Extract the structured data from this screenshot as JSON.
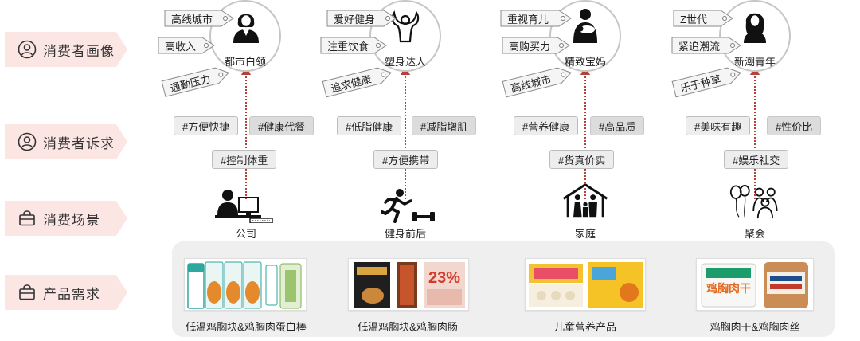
{
  "categories": [
    {
      "label": "消费者画像",
      "icon": "person-circle-icon"
    },
    {
      "label": "消费者诉求",
      "icon": "person-circle-icon"
    },
    {
      "label": "消费场景",
      "icon": "bag-icon"
    },
    {
      "label": "产品需求",
      "icon": "bag-icon"
    }
  ],
  "columns": [
    {
      "persona": "都市白领",
      "persona_icon": "businesswoman-icon",
      "traits": [
        "高线城市",
        "高收入",
        "通勤压力"
      ],
      "demands": [
        "#方便快捷",
        "#健康代餐",
        "#控制体重"
      ],
      "scene": "公司",
      "scene_icon": "office-worker-icon",
      "product": "低温鸡胸块&鸡胸肉蛋白棒"
    },
    {
      "persona": "塑身达人",
      "persona_icon": "muscle-man-icon",
      "traits": [
        "爱好健身",
        "注重饮食",
        "追求健康"
      ],
      "demands": [
        "#低脂健康",
        "#减脂增肌",
        "#方便携带"
      ],
      "scene": "健身前后",
      "scene_icon": "runner-dumbbell-icon",
      "product": "低温鸡胸块&鸡胸肉肠"
    },
    {
      "persona": "精致宝妈",
      "persona_icon": "mother-baby-icon",
      "traits": [
        "重视育儿",
        "高购买力",
        "高线城市"
      ],
      "demands": [
        "#营养健康",
        "#高品质",
        "#货真价实"
      ],
      "scene": "家庭",
      "scene_icon": "family-house-icon",
      "product": "儿童营养产品"
    },
    {
      "persona": "新潮青年",
      "persona_icon": "young-woman-icon",
      "traits": [
        "Z世代",
        "紧追潮流",
        "乐于种草"
      ],
      "demands": [
        "#美味有趣",
        "#性价比",
        "#娱乐社交"
      ],
      "scene": "聚会",
      "scene_icon": "party-group-icon",
      "product": "鸡胸肉干&鸡胸肉丝"
    }
  ],
  "colors": {
    "arrow_red": "#b5413a",
    "category_bg": "#fbe6e4",
    "tag_bg": "#ededed"
  }
}
